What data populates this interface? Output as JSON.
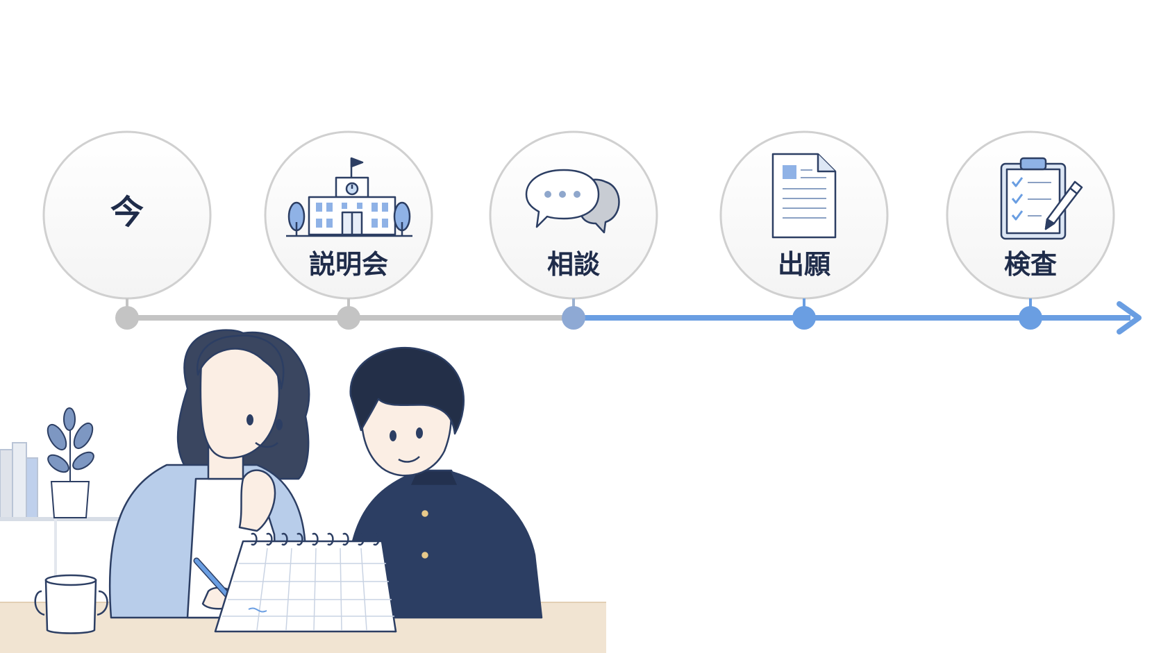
{
  "timeline": {
    "steps": [
      {
        "id": "now",
        "label": "今",
        "icon": "none",
        "state": "past"
      },
      {
        "id": "info-session",
        "label": "説明会",
        "icon": "school-building-icon",
        "state": "past"
      },
      {
        "id": "consultation",
        "label": "相談",
        "icon": "speech-bubbles-icon",
        "state": "current"
      },
      {
        "id": "application",
        "label": "出願",
        "icon": "document-icon",
        "state": "future"
      },
      {
        "id": "exam",
        "label": "検査",
        "icon": "clipboard-checklist-icon",
        "state": "future"
      }
    ],
    "colors": {
      "past": "#c4c4c4",
      "future": "#6a9ee2",
      "circle_border": "#d0d0d0",
      "label": "#1f2c4a"
    }
  },
  "illustration": {
    "subject": "mother-and-son-with-calendar",
    "colors": {
      "mother_cardigan": "#b8cdea",
      "son_uniform": "#2c3e63",
      "table": "#f1e4d2",
      "hair": "#232f48"
    }
  }
}
